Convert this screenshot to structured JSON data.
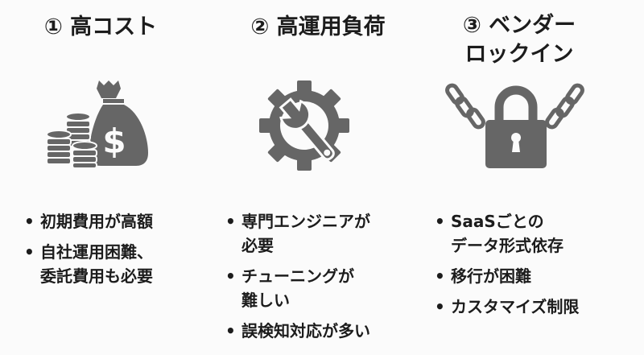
{
  "columns": [
    {
      "title": "① 高コスト",
      "icon": "money-bag-coins-icon",
      "bullets": [
        "初期費用が高額",
        "自社運用困難、\n委託費用も必要"
      ]
    },
    {
      "title": "② 高運用負荷",
      "icon": "gear-wrench-icon",
      "bullets": [
        "専門エンジニアが\n必要",
        "チューニングが\n難しい",
        "誤検知対応が多い"
      ]
    },
    {
      "title": "③ ベンダー\nロックイン",
      "icon": "padlock-chain-icon",
      "bullets": [
        "SaaSごとの\nデータ形式依存",
        "移行が困難",
        "カスタマイズ制限"
      ]
    }
  ],
  "colors": {
    "icon": "#666666",
    "text": "#1c1c1c"
  }
}
